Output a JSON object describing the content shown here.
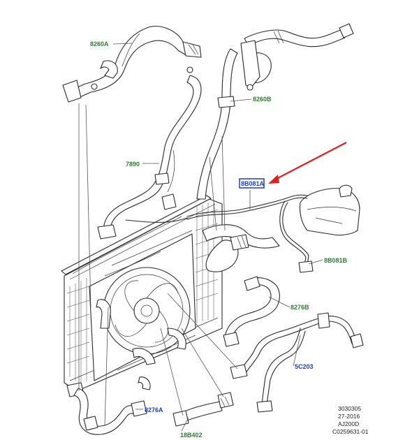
{
  "labels": {
    "l8260A": "8260A",
    "l7890": "7890",
    "l8260B": "8260B",
    "l8B081A": "8B081A",
    "l8B081B": "8B081B",
    "l8276B": "8276B",
    "l5C203": "5C203",
    "l8276A": "8276A",
    "l18B402": "18B402"
  },
  "reference": {
    "line1": "3030305",
    "line2": "27-2016",
    "line3": "AJ200D",
    "line4": "C0259631-01"
  },
  "colors": {
    "label_green": "#2e7d32",
    "label_blue": "#1f3fbf",
    "highlight_box": "#1f3fbf",
    "arrow": "#e02020"
  }
}
